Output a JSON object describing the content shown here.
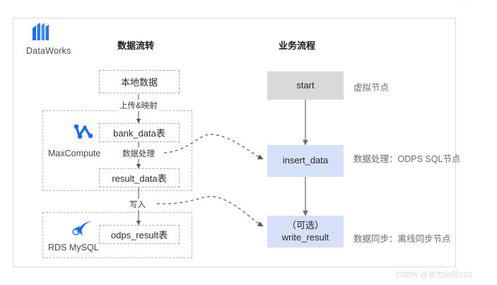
{
  "brand": {
    "name": "DataWorks",
    "logo_icon": "dataworks-logo-icon"
  },
  "top_marks": "..",
  "columns": {
    "left_heading": "数据流转",
    "right_heading": "业务流程"
  },
  "data_flow": {
    "nodes": [
      {
        "id": "local-data",
        "label": "本地数据"
      },
      {
        "id": "bank-data",
        "label": "bank_data表"
      },
      {
        "id": "result-data",
        "label": "result_data表"
      },
      {
        "id": "odps-result",
        "label": "odps_result表"
      }
    ],
    "edge_labels": {
      "upload_map": "上传&映射",
      "data_process": "数据处理",
      "write_in": "写入"
    }
  },
  "groups": [
    {
      "id": "maxcompute",
      "label": "MaxCompute",
      "icon": "maxcompute-icon"
    },
    {
      "id": "rds-mysql",
      "label": "RDS MySQL",
      "icon": "mysql-dolphin-icon"
    }
  ],
  "business_flow": {
    "nodes": [
      {
        "id": "start",
        "label": "start",
        "color": "#d9d9d9",
        "annotation": "虚拟节点"
      },
      {
        "id": "insert-data",
        "label": "insert_data",
        "color": "#d6e0f8",
        "annotation": "数据处理：ODPS SQL节点"
      },
      {
        "id": "write-result",
        "label": "（可选）\nwrite_result",
        "color": "#d6e0f8",
        "annotation": "数据同步：离线同步节点"
      }
    ]
  },
  "colors": {
    "brand_blue": "#1a6eeb",
    "gray_node": "#d9d9d9",
    "blue_node": "#d6e0f8",
    "frame_border": "#dcdcdc",
    "dashed_border": "#adadad",
    "connector": "#5a5a5a"
  },
  "watermark": "CSDN @奋力向前123"
}
